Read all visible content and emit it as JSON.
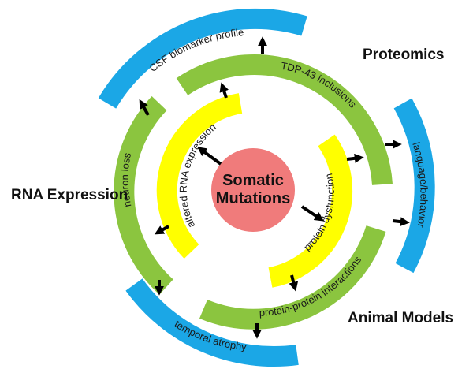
{
  "center": {
    "line1": "Somatic",
    "line2": "Mutations",
    "color": "#f07b7b"
  },
  "sections": {
    "proteomics": "Proteomics",
    "rna_expression": "RNA Expression",
    "animal_models": "Animal Models"
  },
  "arcs": {
    "csf_biomarker": "CSF biomarker profile",
    "tdp43": "TDP-43 inclusions",
    "language_behavior": "language/behavior",
    "neuron_loss": "neuron loss",
    "altered_rna": "altered RNA expression",
    "protein_dysfunction": "protein dysfunction",
    "protein_interactions": "protein-protein interactions",
    "temporal_atrophy": "temporal atrophy"
  },
  "colors": {
    "blue": "#1ba7e6",
    "green": "#8bc53f",
    "yellow": "#ffff00",
    "arrow": "#000000"
  }
}
